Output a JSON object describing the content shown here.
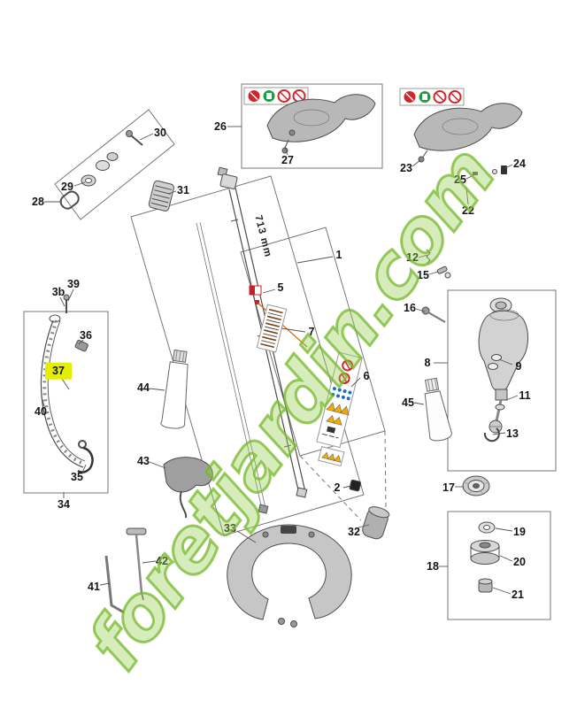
{
  "page": {
    "background": "#ffffff"
  },
  "watermark": {
    "text": "foretjardin.com",
    "color": "#76b82a"
  },
  "shaft": {
    "length_label": "713 mm"
  },
  "highlight": {
    "part_number": "37",
    "color": "#e4ef00"
  },
  "safety_sticker_icons": [
    "prohibition-icon",
    "safety-green-icon",
    "prohibition-icon",
    "prohibition-icon"
  ],
  "colors": {
    "pictogram_red": "#d5232a",
    "pictogram_green": "#1f9d44",
    "pictogram_blue": "#1a6fc4",
    "pictogram_yellow": "#f2a900",
    "diagram_line_gray": "#4d4d4d"
  },
  "parts": {
    "n1": "1",
    "n2": "2",
    "n3b": "3b",
    "n5": "5",
    "n6": "6",
    "n7": "7",
    "n8": "8",
    "n9": "9",
    "n11": "11",
    "n12": "12",
    "n13": "13",
    "n15": "15",
    "n16": "16",
    "n17": "17",
    "n18": "18",
    "n19": "19",
    "n20": "20",
    "n21": "21",
    "n22": "22",
    "n23": "23",
    "n24": "24",
    "n25": "25",
    "n26": "26",
    "n27": "27",
    "n28": "28",
    "n29": "29",
    "n30": "30",
    "n31": "31",
    "n32": "32",
    "n33": "33",
    "n34": "34",
    "n35": "35",
    "n36": "36",
    "n37": "37",
    "n39": "39",
    "n40": "40",
    "n41": "41",
    "n42": "42",
    "n43": "43",
    "n44": "44",
    "n45": "45"
  }
}
